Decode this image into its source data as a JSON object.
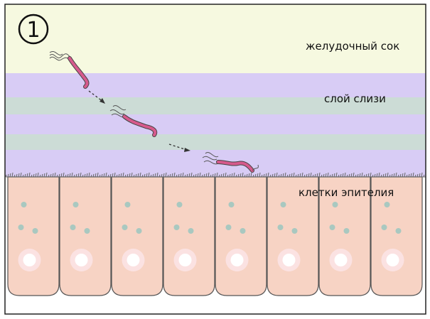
{
  "step": {
    "number": "1"
  },
  "labels": {
    "gastric_juice": "желудочный сок",
    "mucus_layer": "слой слизи",
    "epithelial_cells": "клетки эпителия"
  },
  "colors": {
    "gastric_juice_bg": "#f6f9e0",
    "mucus_band_purple": "#d8ccf5",
    "mucus_band_gray": "#ccdcd6",
    "cell_fill": "#f7d3c4",
    "cell_outline": "#555555",
    "granule": "#a9c8c0",
    "nucleus_outer": "#fbe2e2",
    "nucleus_inner": "#ffffff",
    "bacterium_body": "#d65a8c",
    "bacterium_outline": "#444444",
    "border": "#222222"
  },
  "icons": [
    "step-number-circle-icon",
    "bacterium-icon",
    "arrow-icon"
  ]
}
